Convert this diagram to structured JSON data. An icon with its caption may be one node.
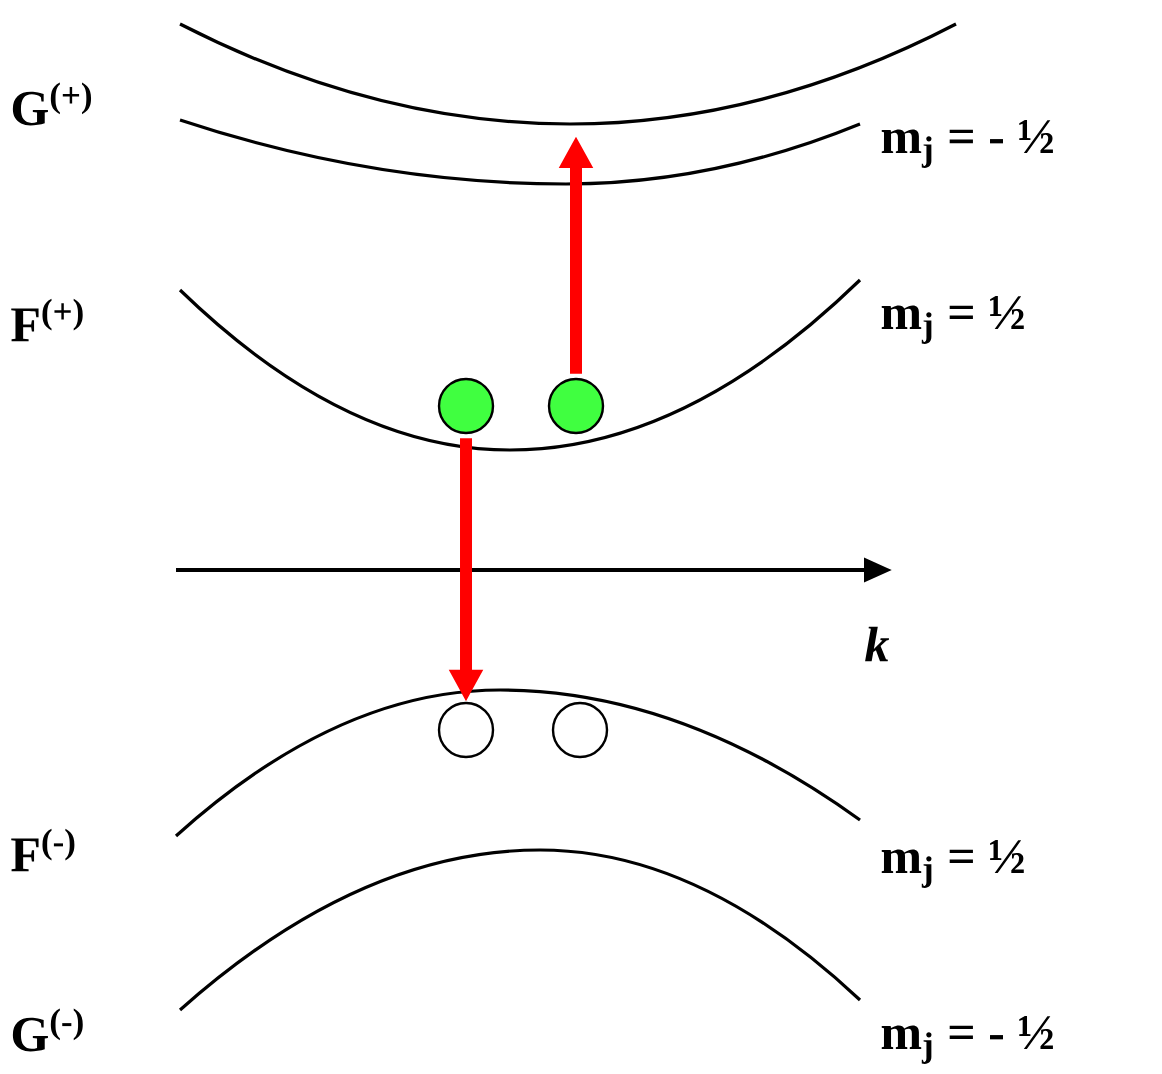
{
  "diagram": {
    "nodes": [
      {
        "text": [],
        "shape": "circle"
      },
      {
        "text": [],
        "shape": "circle"
      },
      {
        "text": [],
        "shape": "circle"
      },
      {
        "text": [],
        "shape": "circle"
      }
    ],
    "edges": [
      {
        "from": 0,
        "to": 2,
        "arrow": "to"
      },
      {
        "from": 1,
        "to": null,
        "arrow": "to"
      }
    ],
    "labels": [
      "G$^{(+)}$",
      "m$_{j}$ = - ½",
      "F$^{(+)}$",
      "m$_{j}$ = ½",
      "k",
      "F$^{(-)}$",
      "m$_{j}$ = ½",
      "G$^{(-)}$",
      "m$_{j}$ = - ½"
    ]
  }
}
